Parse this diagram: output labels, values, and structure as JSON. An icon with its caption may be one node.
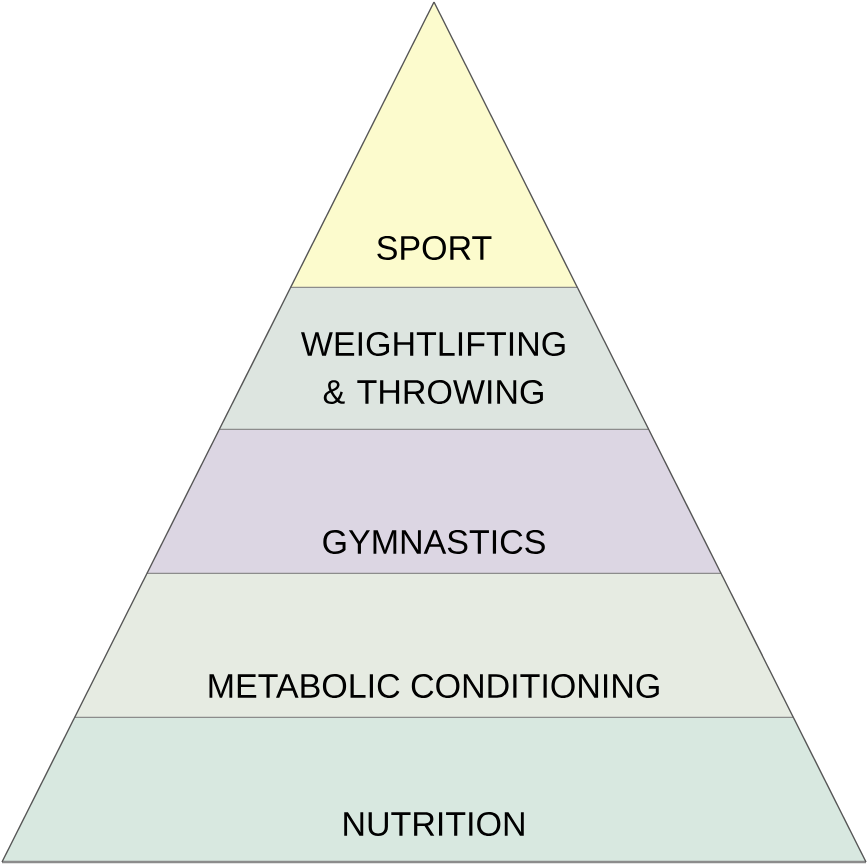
{
  "diagram": {
    "nodes": [
      {
        "text": [
          "SPORT"
        ]
      },
      {
        "text": [
          "WEIGHTLIFTING & THROWING"
        ]
      },
      {
        "text": [
          "GYMNASTICS"
        ]
      },
      {
        "text": [
          "METABOLIC CONDITIONING"
        ]
      },
      {
        "text": [
          "NUTRITION"
        ]
      }
    ]
  }
}
